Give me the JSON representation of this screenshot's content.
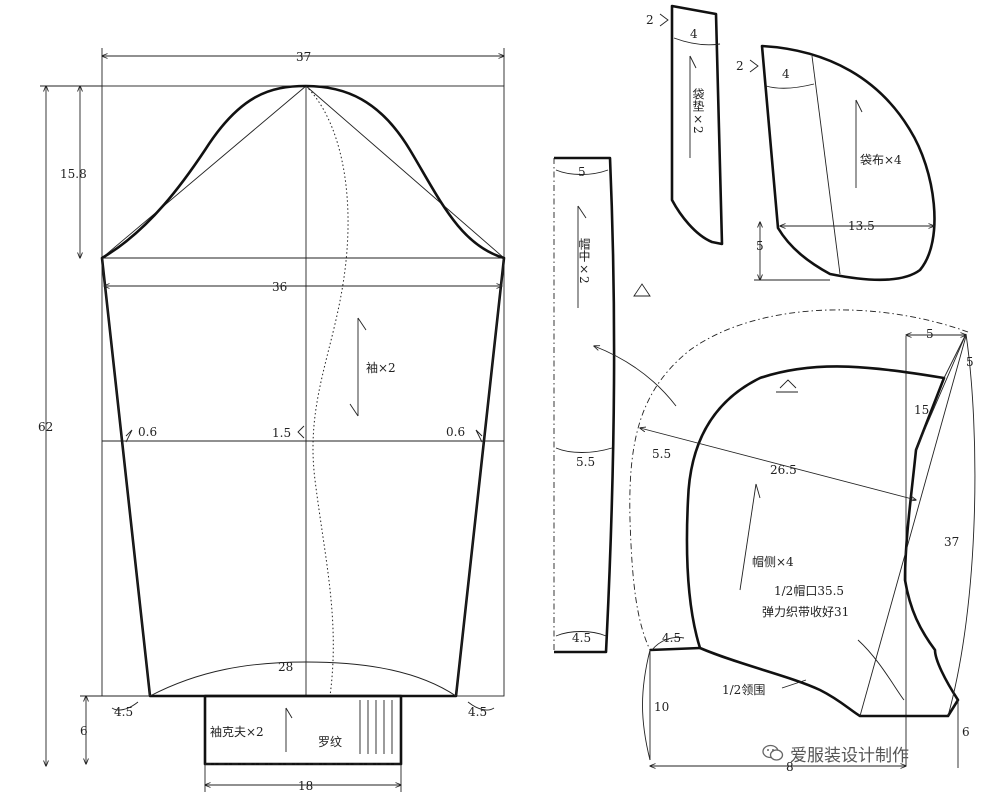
{
  "sleeve": {
    "width_top": "37",
    "cap_height": "15.8",
    "bicep": "36",
    "length_total": "62",
    "ease_left": "0.6",
    "ease_right": "0.6",
    "center_offset": "1.5",
    "label": "袖×2",
    "hem_width": "28",
    "hem_offset_left": "4.5",
    "hem_offset_right": "4.5"
  },
  "cuff": {
    "label": "袖克夫×2",
    "rib_label": "罗纹",
    "height": "6",
    "width": "18"
  },
  "pocket_facing": {
    "label": "袋垫×2",
    "top_offset": "2",
    "top_width": "4"
  },
  "pocket_bag": {
    "label": "袋布×4",
    "top_offset": "2",
    "top_width": "4",
    "width": "13.5",
    "side_height": "5"
  },
  "hood_center": {
    "label": "帽中×2",
    "top_width": "5",
    "mid_width": "5.5",
    "bottom_width": "4.5"
  },
  "hood_side": {
    "label": "帽侧×4",
    "top_offset": "5",
    "top_right": "5",
    "upper_side": "15",
    "width": "26.5",
    "front_offset": "5.5",
    "side_length": "37",
    "opening_note": "1/2帽口35.5",
    "elastic_note": "弹力织带收好31",
    "neck_label": "1/2领围",
    "neck_offset": "4.5",
    "front_height": "10",
    "back_height": "6",
    "bottom_width": "8"
  },
  "watermark": {
    "text": "爱服装设计制作",
    "icon": "wechat-icon"
  }
}
